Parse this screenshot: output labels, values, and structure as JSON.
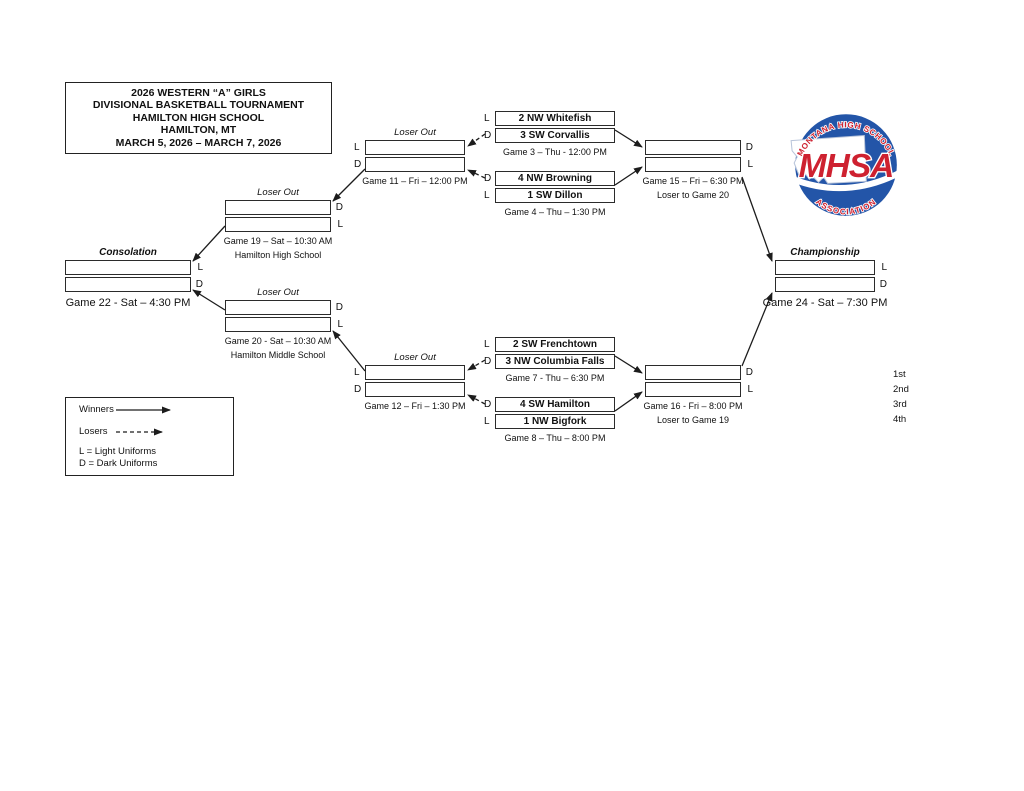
{
  "title": {
    "lines": [
      "2026 WESTERN “A” GIRLS",
      "DIVISIONAL BASKETBALL TOURNAMENT",
      "HAMILTON HIGH SCHOOL",
      "HAMILTON, MT",
      "MARCH 5, 2026 – MARCH 7, 2026"
    ]
  },
  "logo": {
    "arc_top": "MONTANA HIGH SCHOOL",
    "acronym": "MHSA",
    "arc_bottom": "ASSOCIATION",
    "blue": "#2355a8",
    "red": "#ce2130"
  },
  "games": {
    "g3": {
      "header": "",
      "top": "2 NW Whitefish",
      "bottom": "3 SW Corvallis",
      "caption": "Game 3 – Thu - 12:00 PM",
      "sub": "",
      "top_letter": "L",
      "bottom_letter": "D"
    },
    "g4": {
      "header": "",
      "top": "4 NW Browning",
      "bottom": "1 SW Dillon",
      "caption": "Game 4 – Thu – 1:30 PM",
      "sub": "",
      "top_letter": "D",
      "bottom_letter": "L"
    },
    "g7": {
      "header": "",
      "top": "2 SW Frenchtown",
      "bottom": "3 NW Columbia Falls",
      "caption": "Game 7 - Thu – 6:30 PM",
      "sub": "",
      "top_letter": "L",
      "bottom_letter": "D"
    },
    "g8": {
      "header": "",
      "top": "4 SW Hamilton",
      "bottom": "1 NW Bigfork",
      "caption": "Game 8 – Thu – 8:00 PM",
      "sub": "",
      "top_letter": "D",
      "bottom_letter": "L"
    },
    "g11": {
      "header": "Loser Out",
      "top": "",
      "bottom": "",
      "caption": "Game 11 – Fri – 12:00 PM",
      "sub": "",
      "top_letter": "L",
      "bottom_letter": "D"
    },
    "g12": {
      "header": "Loser Out",
      "top": "",
      "bottom": "",
      "caption": "Game 12 – Fri – 1:30 PM",
      "sub": "",
      "top_letter": "L",
      "bottom_letter": "D"
    },
    "g15": {
      "header": "",
      "top": "",
      "bottom": "",
      "caption": "Game 15 – Fri – 6:30 PM",
      "sub": "Loser to Game 20",
      "top_letter": "D",
      "bottom_letter": "L"
    },
    "g16": {
      "header": "",
      "top": "",
      "bottom": "",
      "caption": "Game 16 - Fri – 8:00 PM",
      "sub": "Loser to Game 19",
      "top_letter": "D",
      "bottom_letter": "L"
    },
    "g19": {
      "header": "Loser Out",
      "top": "",
      "bottom": "",
      "caption": "Game 19 – Sat – 10:30 AM",
      "sub": "Hamilton High School",
      "top_letter": "D",
      "bottom_letter": "L"
    },
    "g20": {
      "header": "Loser Out",
      "top": "",
      "bottom": "",
      "caption": "Game 20 - Sat – 10:30 AM",
      "sub": "Hamilton Middle School",
      "top_letter": "D",
      "bottom_letter": "L"
    },
    "g22": {
      "header": "Consolation",
      "top": "",
      "bottom": "",
      "caption": "Game 22 - Sat – 4:30 PM",
      "sub": "",
      "top_letter": "L",
      "bottom_letter": "D"
    },
    "g24": {
      "header": "Championship",
      "top": "",
      "bottom": "",
      "caption": "Game 24 - Sat – 7:30 PM",
      "sub": "",
      "top_letter": "L",
      "bottom_letter": "D"
    }
  },
  "legend": {
    "winners": "Winners",
    "losers": "Losers",
    "light": "L = Light Uniforms",
    "dark": "D = Dark Uniforms"
  },
  "placings": [
    "1st",
    "2nd",
    "3rd",
    "4th"
  ]
}
